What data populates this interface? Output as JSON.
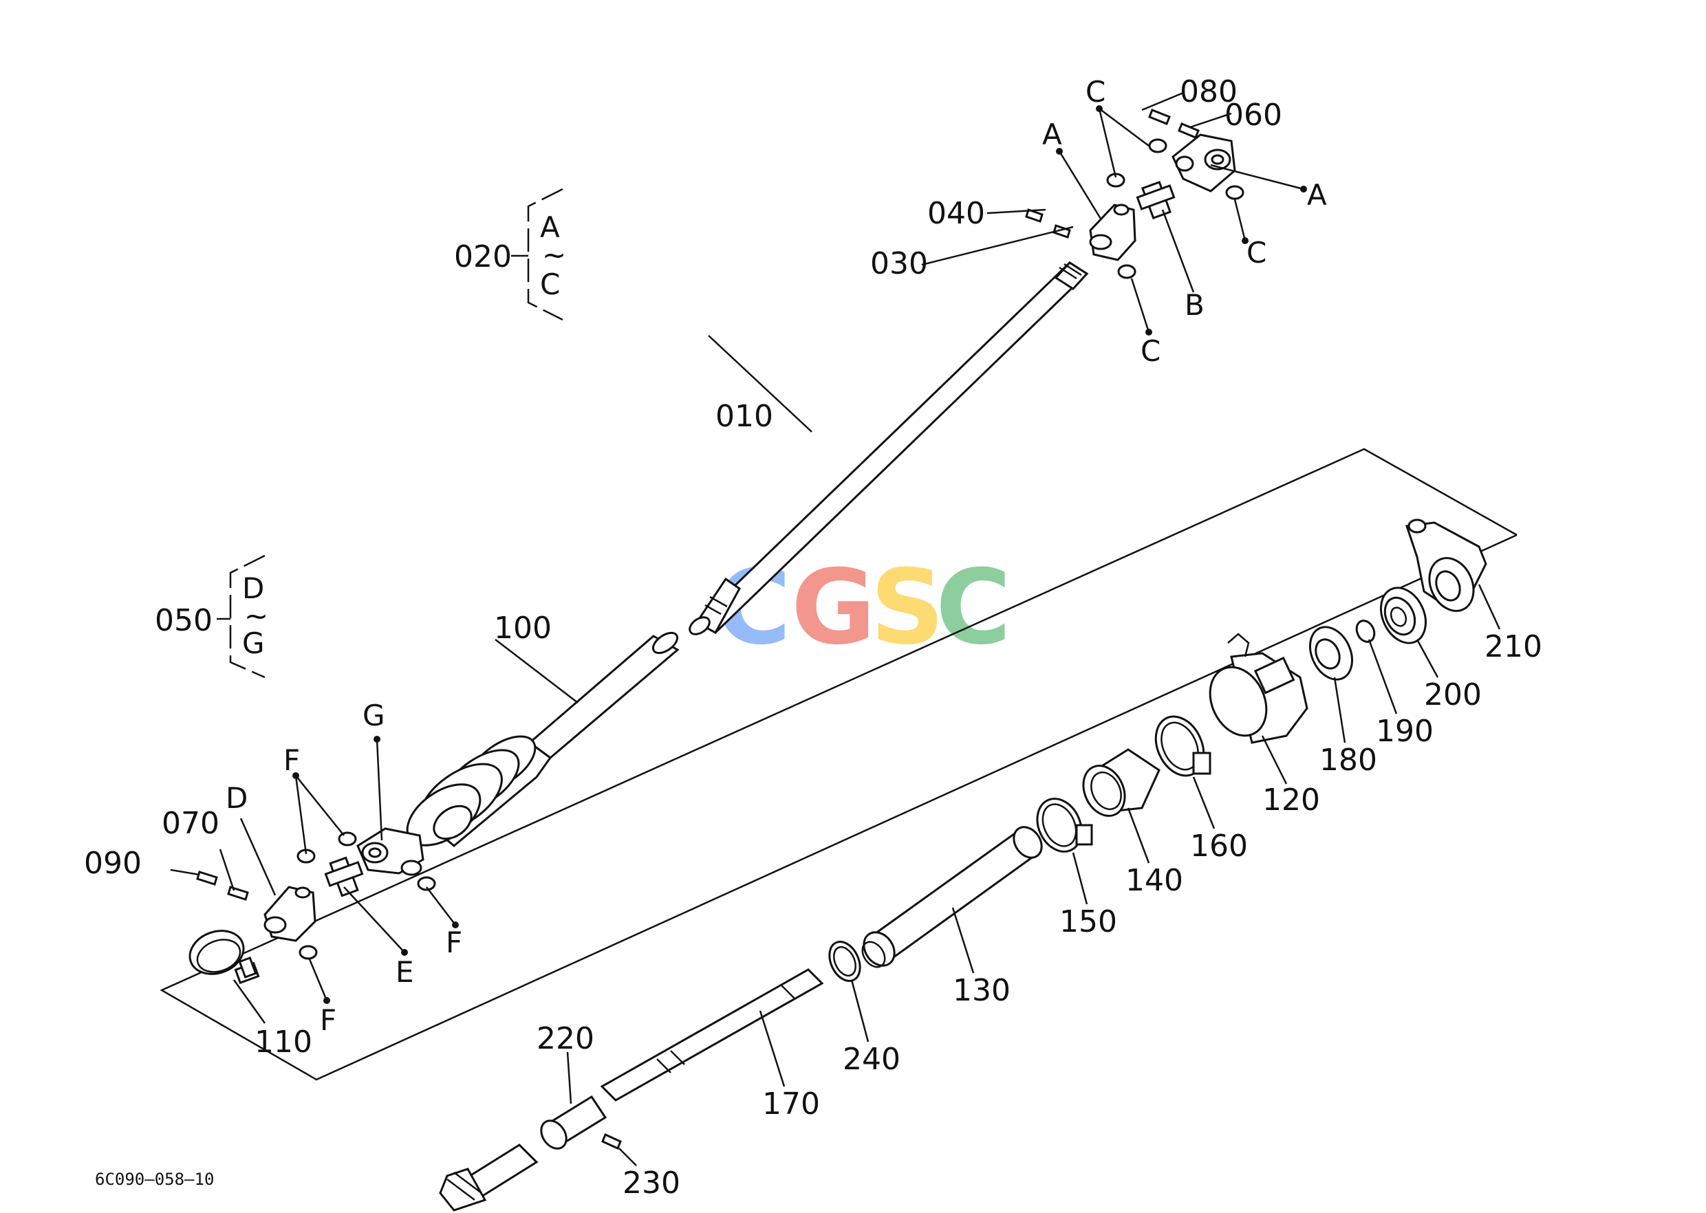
{
  "watermark": {
    "letters": [
      "C",
      "G",
      "S",
      "C"
    ],
    "colors": [
      "#8ab4f8",
      "#f28b82",
      "#fdd663",
      "#81c995"
    ]
  },
  "groups": [
    {
      "number": "020",
      "from": "A",
      "tilde": "~",
      "to": "C"
    },
    {
      "number": "050",
      "from": "D",
      "tilde": "~",
      "to": "G"
    }
  ],
  "callouts": [
    "010",
    "030",
    "040",
    "060",
    "070",
    "080",
    "090",
    "100",
    "110",
    "120",
    "130",
    "140",
    "150",
    "160",
    "170",
    "180",
    "190",
    "200",
    "210",
    "220",
    "230",
    "240"
  ],
  "letters": {
    "upper": [
      "A",
      "A",
      "B",
      "C",
      "C",
      "C",
      "C"
    ],
    "lower": [
      "D",
      "E",
      "F",
      "F",
      "F",
      "G"
    ]
  },
  "drawing_code": "6C090—058—10"
}
